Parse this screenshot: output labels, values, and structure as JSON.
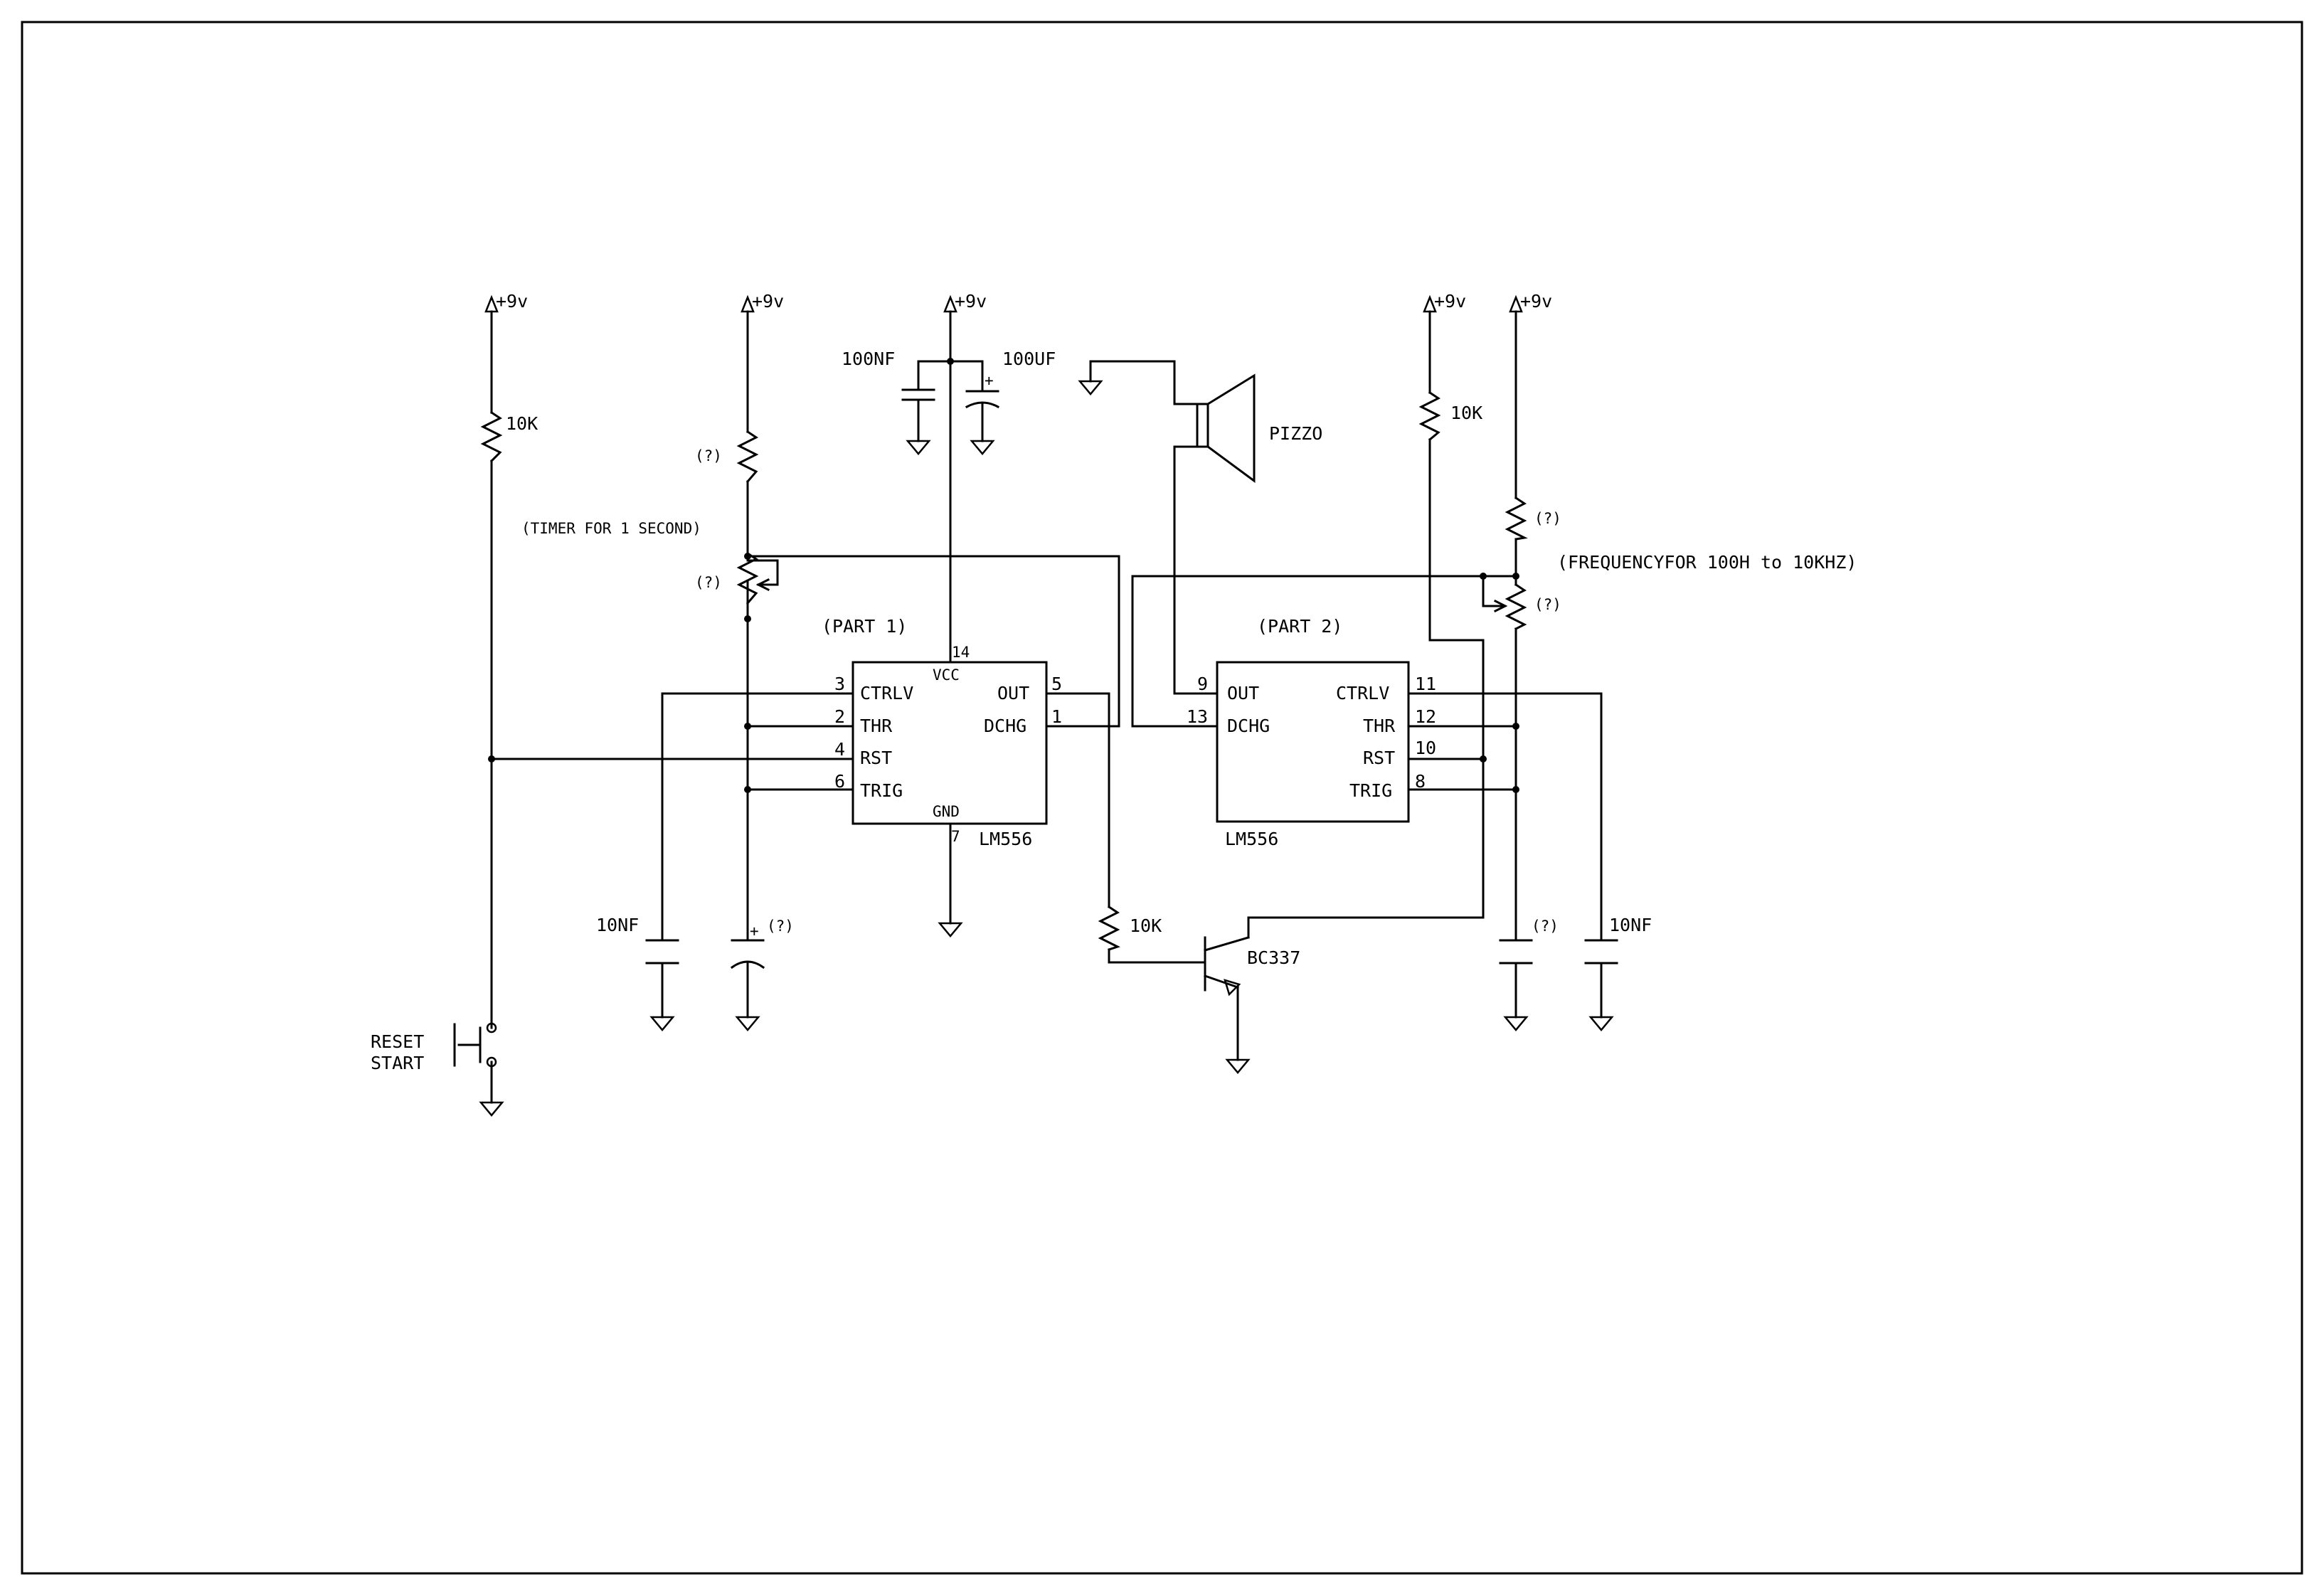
{
  "supply_labels": [
    "+9v",
    "+9v",
    "+9v",
    "+9v",
    "+9v"
  ],
  "part1": {
    "title": "(PART 1)",
    "chip": "LM556",
    "vcc_pin": "14",
    "vcc_label": "VCC",
    "gnd_pin": "7",
    "gnd_label": "GND",
    "left_pins": [
      {
        "num": "3",
        "label": "CTRLV"
      },
      {
        "num": "2",
        "label": "THR"
      },
      {
        "num": "4",
        "label": "RST"
      },
      {
        "num": "6",
        "label": "TRIG"
      }
    ],
    "right_pins": [
      {
        "num": "5",
        "label": "OUT"
      },
      {
        "num": "1",
        "label": "DCHG"
      }
    ]
  },
  "part2": {
    "title": "(PART 2)",
    "chip": "LM556",
    "left_pins": [
      {
        "num": "9",
        "label": "OUT"
      },
      {
        "num": "13",
        "label": "DCHG"
      }
    ],
    "right_pins": [
      {
        "num": "11",
        "label": "CTRLV"
      },
      {
        "num": "12",
        "label": "THR"
      },
      {
        "num": "10",
        "label": "RST"
      },
      {
        "num": "8",
        "label": "TRIG"
      }
    ]
  },
  "components": {
    "r_reset": "10K",
    "r_timer_top": "(?)",
    "timer_note": "(TIMER FOR 1 SECOND)",
    "pot_timer": "(?)",
    "c_bypass": "100NF",
    "c_bulk": "100UF",
    "speaker": "PIZZO",
    "r_pull_part2": "10K",
    "r_freq_top": "(?)",
    "freq_note": "(FREQUENCYFOR 100H to 10KHZ)",
    "pot_freq": "(?)",
    "c_ctrl1": "10NF",
    "c_timer": "(?)",
    "r_base": "10K",
    "transistor": "BC337",
    "c_freq": "(?)",
    "c_ctrl2": "10NF",
    "switch_line1": "RESET",
    "switch_line2": "START"
  }
}
